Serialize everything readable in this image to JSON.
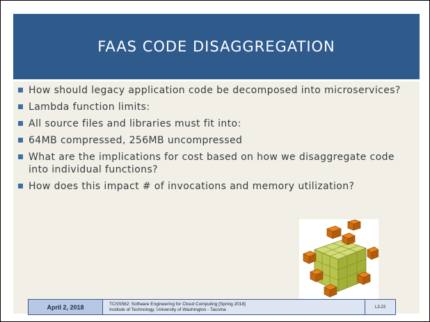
{
  "slide": {
    "title": "FAAS CODE DISAGGREGATION",
    "bullets": [
      "How should legacy application code be decomposed into microservices?",
      "Lambda function limits:",
      "All source files and libraries must fit into:",
      "64MB compressed, 256MB uncompressed",
      "What are the implications for cost based on how we disaggregate code into individual functions?",
      "How does this impact # of invocations and memory utilization?"
    ]
  },
  "image": {
    "icon": "cube-puzzle-image"
  },
  "footer": {
    "date": "April 2, 2018",
    "course_line1": "TCSS562: Software Engineering for Cloud Computing [Spring 2018]",
    "course_line2": "Institute of Technology, University of Washington - Tacoma",
    "slide_number": "L3.23"
  },
  "colors": {
    "title_band": "#2e5a8c",
    "slide_bg": "#f2f0e6",
    "bullet_marker": "#3b6ea8",
    "footer_date_bg": "#b8c8e4",
    "footer_bg": "#dde5f2"
  }
}
